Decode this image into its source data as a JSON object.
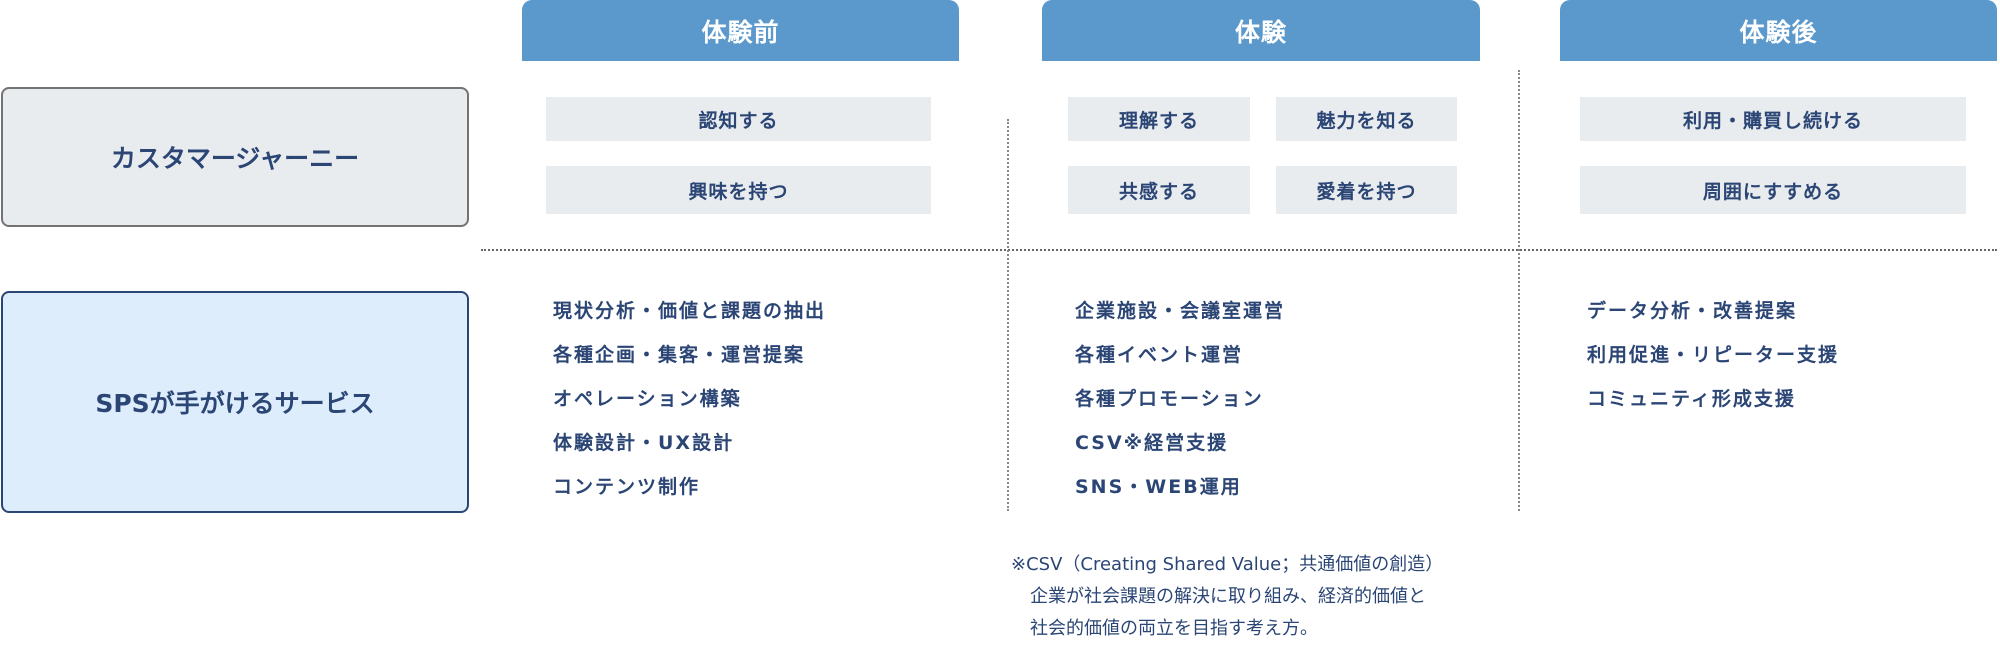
{
  "phases": [
    {
      "label": "体験前"
    },
    {
      "label": "体験"
    },
    {
      "label": "体験後"
    }
  ],
  "rows": {
    "journey": "カスタマージャーニー",
    "services": "SPSが手がけるサービス"
  },
  "journey": {
    "before": [
      "認知する",
      "興味を持つ"
    ],
    "during": [
      "理解する",
      "魅力を知る",
      "共感する",
      "愛着を持つ"
    ],
    "after": [
      "利用・購買し続ける",
      "周囲にすすめる"
    ]
  },
  "services": {
    "before": [
      "現状分析・価値と課題の抽出",
      "各種企画・集客・運営提案",
      "オペレーション構築",
      "体験設計・UX設計",
      "コンテンツ制作"
    ],
    "during": [
      "企業施設・会議室運営",
      "各種イベント運営",
      "各種プロモーション",
      "CSV※経営支援",
      "SNS・WEB運用"
    ],
    "after": [
      "データ分析・改善提案",
      "利用促進・リピーター支援",
      "コミュニティ形成支援"
    ]
  },
  "footnote": {
    "line1": "※CSV（Creating Shared Value；共通価値の創造）",
    "line2": "企業が社会課題の解決に取り組み、経済的価値と",
    "line3": "社会的価値の両立を目指す考え方。"
  },
  "colors": {
    "header": "#5b98cb",
    "text": "#2b4575",
    "pill": "#e9ecef",
    "services_bg": "#ddedfc"
  }
}
